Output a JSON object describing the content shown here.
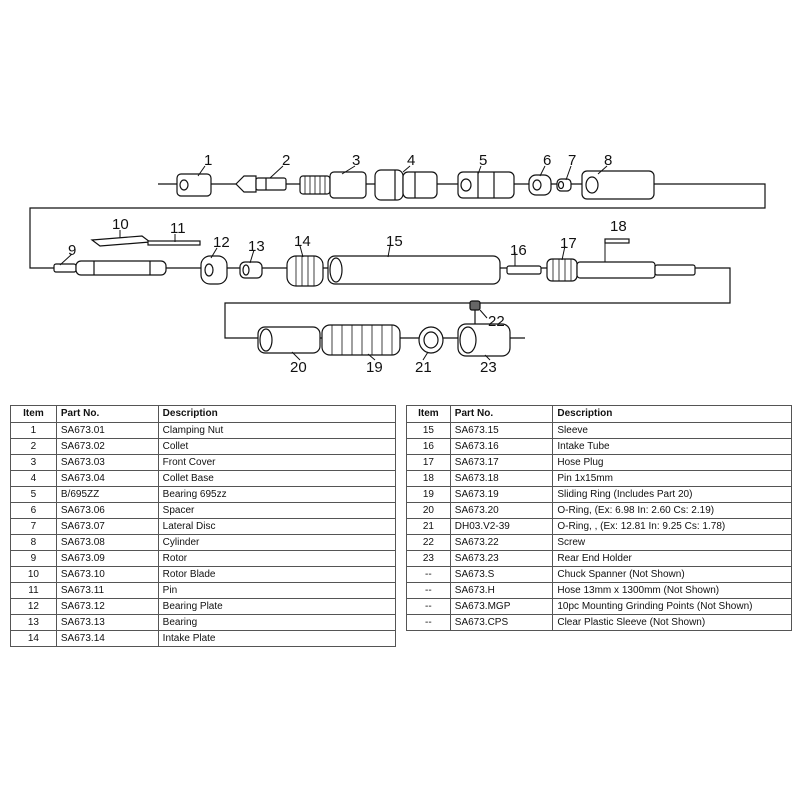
{
  "diagram": {
    "callouts": [
      "1",
      "2",
      "3",
      "4",
      "5",
      "6",
      "7",
      "8",
      "9",
      "10",
      "11",
      "12",
      "13",
      "14",
      "15",
      "16",
      "17",
      "18",
      "19",
      "20",
      "21",
      "22",
      "23"
    ]
  },
  "tables": {
    "headers": {
      "item": "Item",
      "part_no": "Part No.",
      "description": "Description"
    },
    "left": [
      {
        "item": "1",
        "part_no": "SA673.01",
        "description": "Clamping Nut"
      },
      {
        "item": "2",
        "part_no": "SA673.02",
        "description": "Collet"
      },
      {
        "item": "3",
        "part_no": "SA673.03",
        "description": "Front Cover"
      },
      {
        "item": "4",
        "part_no": "SA673.04",
        "description": "Collet Base"
      },
      {
        "item": "5",
        "part_no": "B/695ZZ",
        "description": "Bearing 695zz"
      },
      {
        "item": "6",
        "part_no": "SA673.06",
        "description": "Spacer"
      },
      {
        "item": "7",
        "part_no": "SA673.07",
        "description": "Lateral Disc"
      },
      {
        "item": "8",
        "part_no": "SA673.08",
        "description": "Cylinder"
      },
      {
        "item": "9",
        "part_no": "SA673.09",
        "description": "Rotor"
      },
      {
        "item": "10",
        "part_no": "SA673.10",
        "description": "Rotor Blade"
      },
      {
        "item": "11",
        "part_no": "SA673.11",
        "description": "Pin"
      },
      {
        "item": "12",
        "part_no": "SA673.12",
        "description": "Bearing Plate"
      },
      {
        "item": "13",
        "part_no": "SA673.13",
        "description": "Bearing"
      },
      {
        "item": "14",
        "part_no": "SA673.14",
        "description": "Intake Plate"
      }
    ],
    "right": [
      {
        "item": "15",
        "part_no": "SA673.15",
        "description": "Sleeve"
      },
      {
        "item": "16",
        "part_no": "SA673.16",
        "description": "Intake Tube"
      },
      {
        "item": "17",
        "part_no": "SA673.17",
        "description": "Hose Plug"
      },
      {
        "item": "18",
        "part_no": "SA673.18",
        "description": "Pin 1x15mm"
      },
      {
        "item": "19",
        "part_no": "SA673.19",
        "description": "Sliding Ring (Includes Part 20)"
      },
      {
        "item": "20",
        "part_no": "SA673.20",
        "description": "O-Ring, (Ex: 6.98 In: 2.60 Cs: 2.19)"
      },
      {
        "item": "21",
        "part_no": "DH03.V2-39",
        "description": "O-Ring, , (Ex: 12.81 In: 9.25 Cs: 1.78)"
      },
      {
        "item": "22",
        "part_no": "SA673.22",
        "description": "Screw"
      },
      {
        "item": "23",
        "part_no": "SA673.23",
        "description": "Rear End Holder"
      },
      {
        "item": "--",
        "part_no": "SA673.S",
        "description": "Chuck Spanner (Not Shown)"
      },
      {
        "item": "--",
        "part_no": "SA673.H",
        "description": "Hose 13mm x 1300mm (Not Shown)"
      },
      {
        "item": "--",
        "part_no": "SA673.MGP",
        "description": "10pc Mounting Grinding Points (Not Shown)"
      },
      {
        "item": "--",
        "part_no": "SA673.CPS",
        "description": "Clear Plastic Sleeve (Not Shown)"
      }
    ]
  }
}
